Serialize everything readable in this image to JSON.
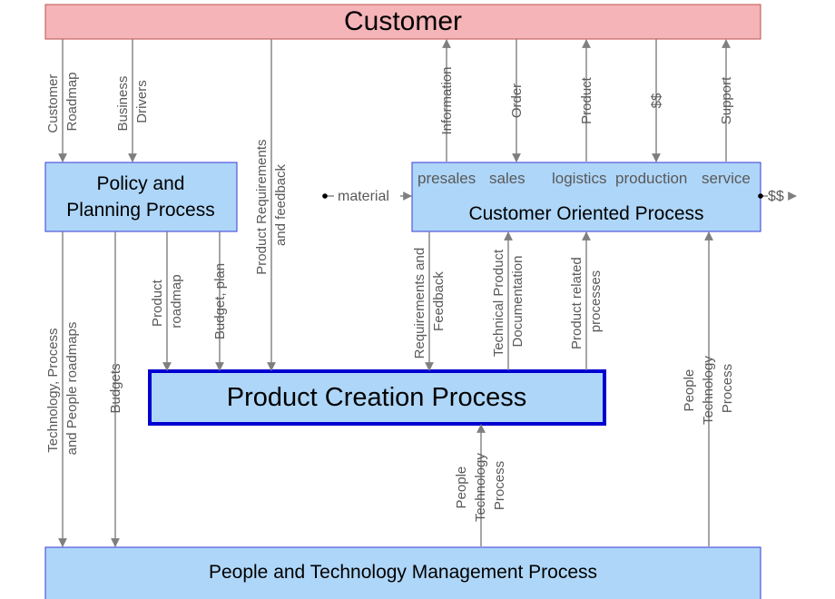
{
  "colors": {
    "customer_fill": "#f4b4b8",
    "process_fill": "#aed6f8",
    "process_border": "#3a3ad8",
    "pcp_border": "#0000d0",
    "arrow": "#7f7f7f",
    "label": "#595959"
  },
  "boxes": {
    "customer": "Customer",
    "policy_line1": "Policy and",
    "policy_line2": "Planning Process",
    "cop": "Customer Oriented Process",
    "pcp": "Product Creation Process",
    "ptm": "People and Technology Management Process"
  },
  "cop_subprocesses": [
    "presales",
    "sales",
    "logistics",
    "production",
    "service"
  ],
  "flows": {
    "customer_roadmap": [
      "Customer",
      "Roadmap"
    ],
    "business_drivers": [
      "Business",
      "Drivers"
    ],
    "product_requirements": [
      "Product Requirements",
      "and feedback"
    ],
    "information": [
      "Information"
    ],
    "order": [
      "Order"
    ],
    "product": [
      "Product"
    ],
    "money_top": [
      "$$"
    ],
    "support": [
      "Support"
    ],
    "material": "material",
    "money_out": "$$",
    "product_roadmap": [
      "Product",
      "roadmap"
    ],
    "budget_plan": [
      "Budget, plan"
    ],
    "tech_roadmaps": [
      "Technology, Process",
      "and People roadmaps"
    ],
    "budgets": [
      "Budgets"
    ],
    "requirements_feedback": [
      "Requirements and",
      "Feedback"
    ],
    "tech_product_doc": [
      "Technical Product",
      "Documentation"
    ],
    "product_related": [
      "Product related",
      "processes"
    ],
    "ptp_bottom": [
      "People",
      "Technology",
      "Process"
    ],
    "ptp_right": [
      "People",
      "Technology",
      "Process"
    ]
  }
}
